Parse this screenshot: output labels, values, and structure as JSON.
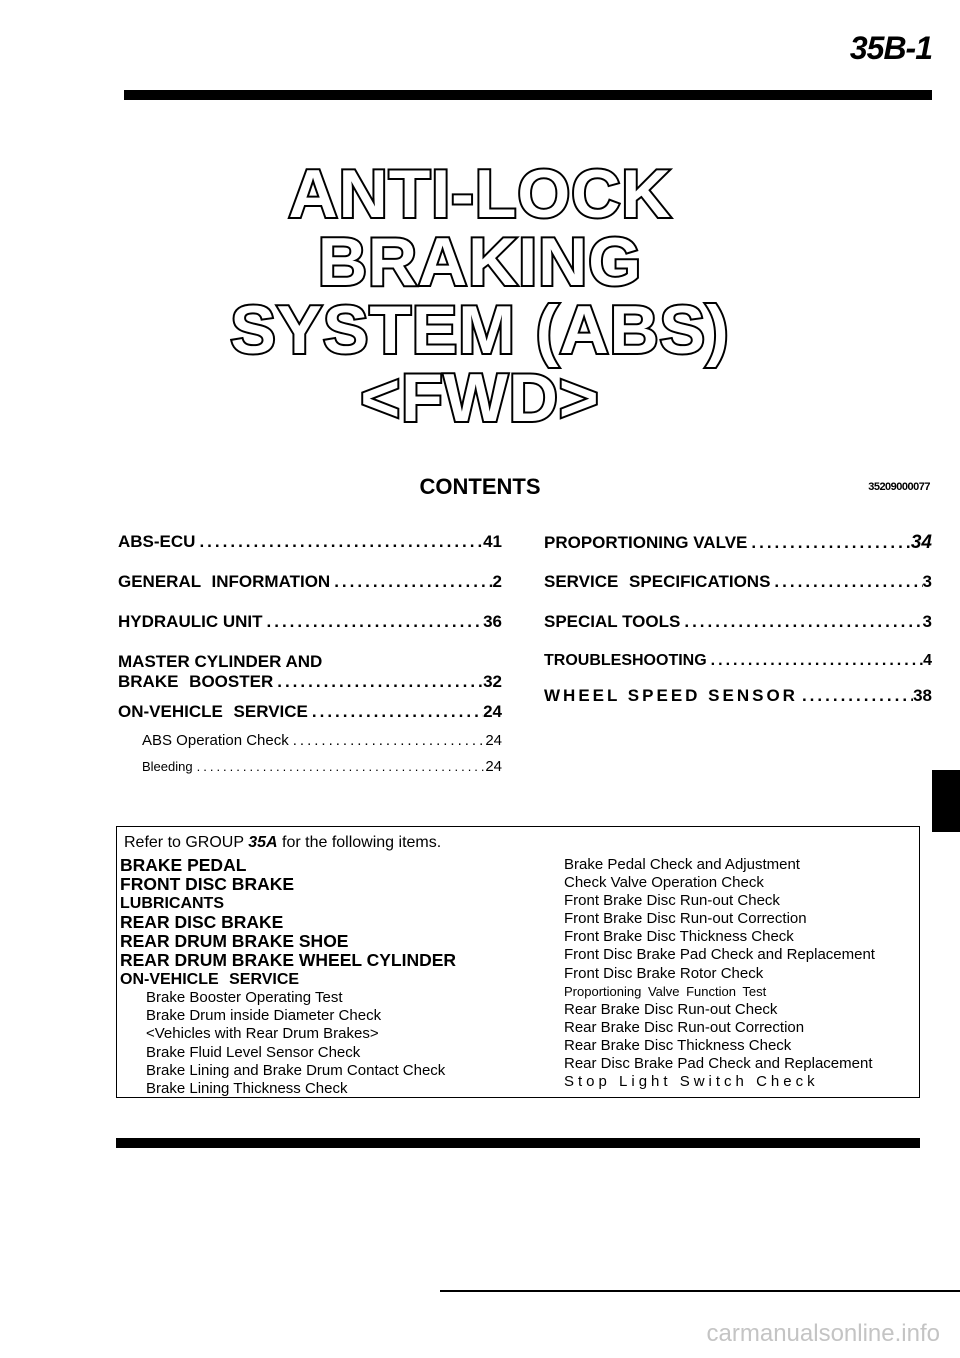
{
  "header": {
    "page_number": "35B-1"
  },
  "title": {
    "line1": "ANTI-LOCK",
    "line2": "BRAKING",
    "line3": "SYSTEM (ABS)",
    "line4": "<FWD>"
  },
  "contents": {
    "heading": "CONTENTS",
    "code": "35209000077",
    "left": [
      {
        "label": "ABS-ECU",
        "page": "41"
      },
      {
        "label": "GENERAL INFORMATION",
        "page": "2"
      },
      {
        "label": "HYDRAULIC UNIT",
        "page": "36"
      },
      {
        "label": "MASTER CYLINDER AND",
        "label2": "BRAKE BOOSTER",
        "page": "32"
      },
      {
        "label": "ON-VEHICLE SERVICE",
        "page": "24"
      },
      {
        "label": "ABS Operation Check",
        "page": "24"
      },
      {
        "label": "Bleeding",
        "page": "24"
      }
    ],
    "right": [
      {
        "label": "PROPORTIONING VALVE",
        "page": "34"
      },
      {
        "label": "SERVICE SPECIFICATIONS",
        "page": "3"
      },
      {
        "label": "SPECIAL TOOLS",
        "page": "3"
      },
      {
        "label": "TROUBLESHOOTING",
        "page": "4"
      },
      {
        "label": "WHEEL SPEED SENSOR",
        "page": "38"
      }
    ]
  },
  "reference": {
    "intro_prefix": "Refer to GROUP",
    "intro_group": "35A",
    "intro_suffix": "for the following items.",
    "left_items": [
      {
        "text": "BRAKE PEDAL",
        "style": "big"
      },
      {
        "text": "FRONT DISC BRAKE",
        "style": "big"
      },
      {
        "text": "LUBRICANTS",
        "style": "mid"
      },
      {
        "text": "REAR DISC BRAKE",
        "style": "big"
      },
      {
        "text": "REAR DRUM BRAKE SHOE",
        "style": "big"
      },
      {
        "text": "REAR DRUM BRAKE WHEEL CYLINDER",
        "style": "big"
      },
      {
        "text": "ON-VEHICLE SERVICE",
        "style": "mid"
      },
      {
        "text": "Brake Booster Operating Test",
        "style": "small"
      },
      {
        "text": "Brake Drum inside Diameter Check",
        "style": "small"
      },
      {
        "text": "<Vehicles with Rear Drum Brakes>",
        "style": "small"
      },
      {
        "text": "Brake Fluid Level Sensor Check",
        "style": "small"
      },
      {
        "text": "Brake Lining and Brake Drum Contact Check",
        "style": "small"
      },
      {
        "text": "Brake Lining Thickness Check",
        "style": "small"
      }
    ],
    "right_items": [
      "Brake Pedal Check and Adjustment",
      "Check Valve Operation Check",
      "Front Brake Disc Run-out Check",
      "Front Brake Disc Run-out Correction",
      "Front Brake Disc Thickness Check",
      "Front Disc Brake Pad Check and Replacement",
      "Front Disc Brake Rotor Check",
      "Proportioning Valve Function Test",
      "Rear Brake Disc Run-out Check",
      "Rear Brake Disc Run-out Correction",
      "Rear Brake Disc Thickness Check",
      "Rear Disc Brake Pad Check and Replacement",
      "Stop Light Switch Check"
    ]
  },
  "footer": {
    "watermark": "carmanualsonline.info"
  }
}
